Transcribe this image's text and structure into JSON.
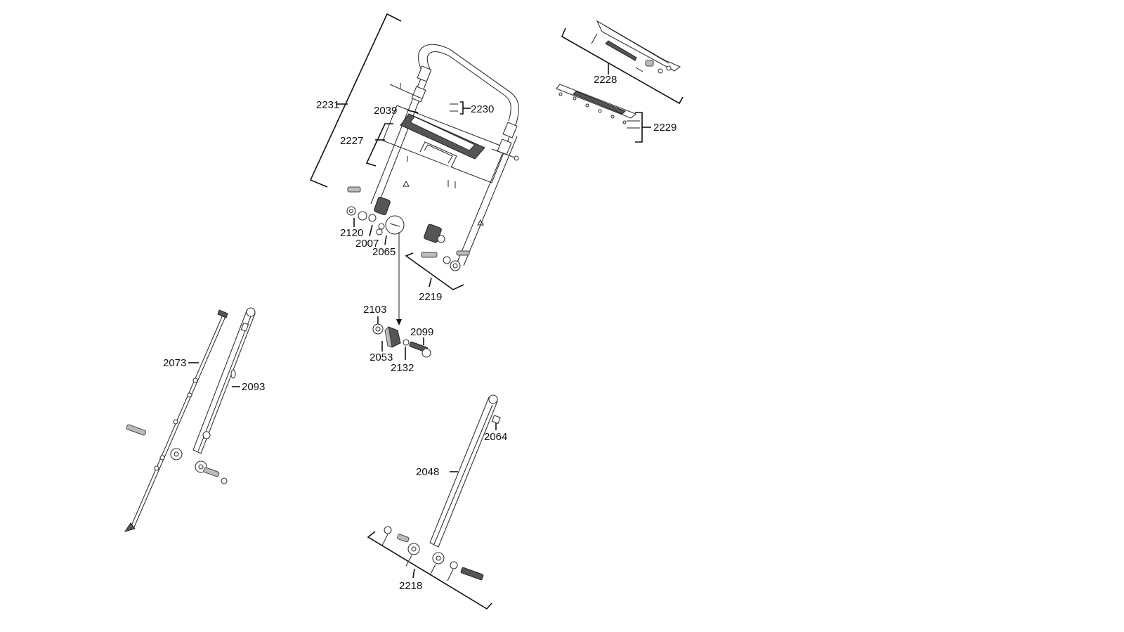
{
  "labels": {
    "l2231": "2231",
    "l2039": "2039",
    "l2230": "2230",
    "l2227": "2227",
    "l2120": "2120",
    "l2007": "2007",
    "l2065": "2065",
    "l2219": "2219",
    "l2228": "2228",
    "l2229": "2229",
    "l2103": "2103",
    "l2099": "2099",
    "l2053": "2053",
    "l2132": "2132",
    "l2073": "2073",
    "l2093": "2093",
    "l2064": "2064",
    "l2048": "2048",
    "l2218": "2218"
  }
}
